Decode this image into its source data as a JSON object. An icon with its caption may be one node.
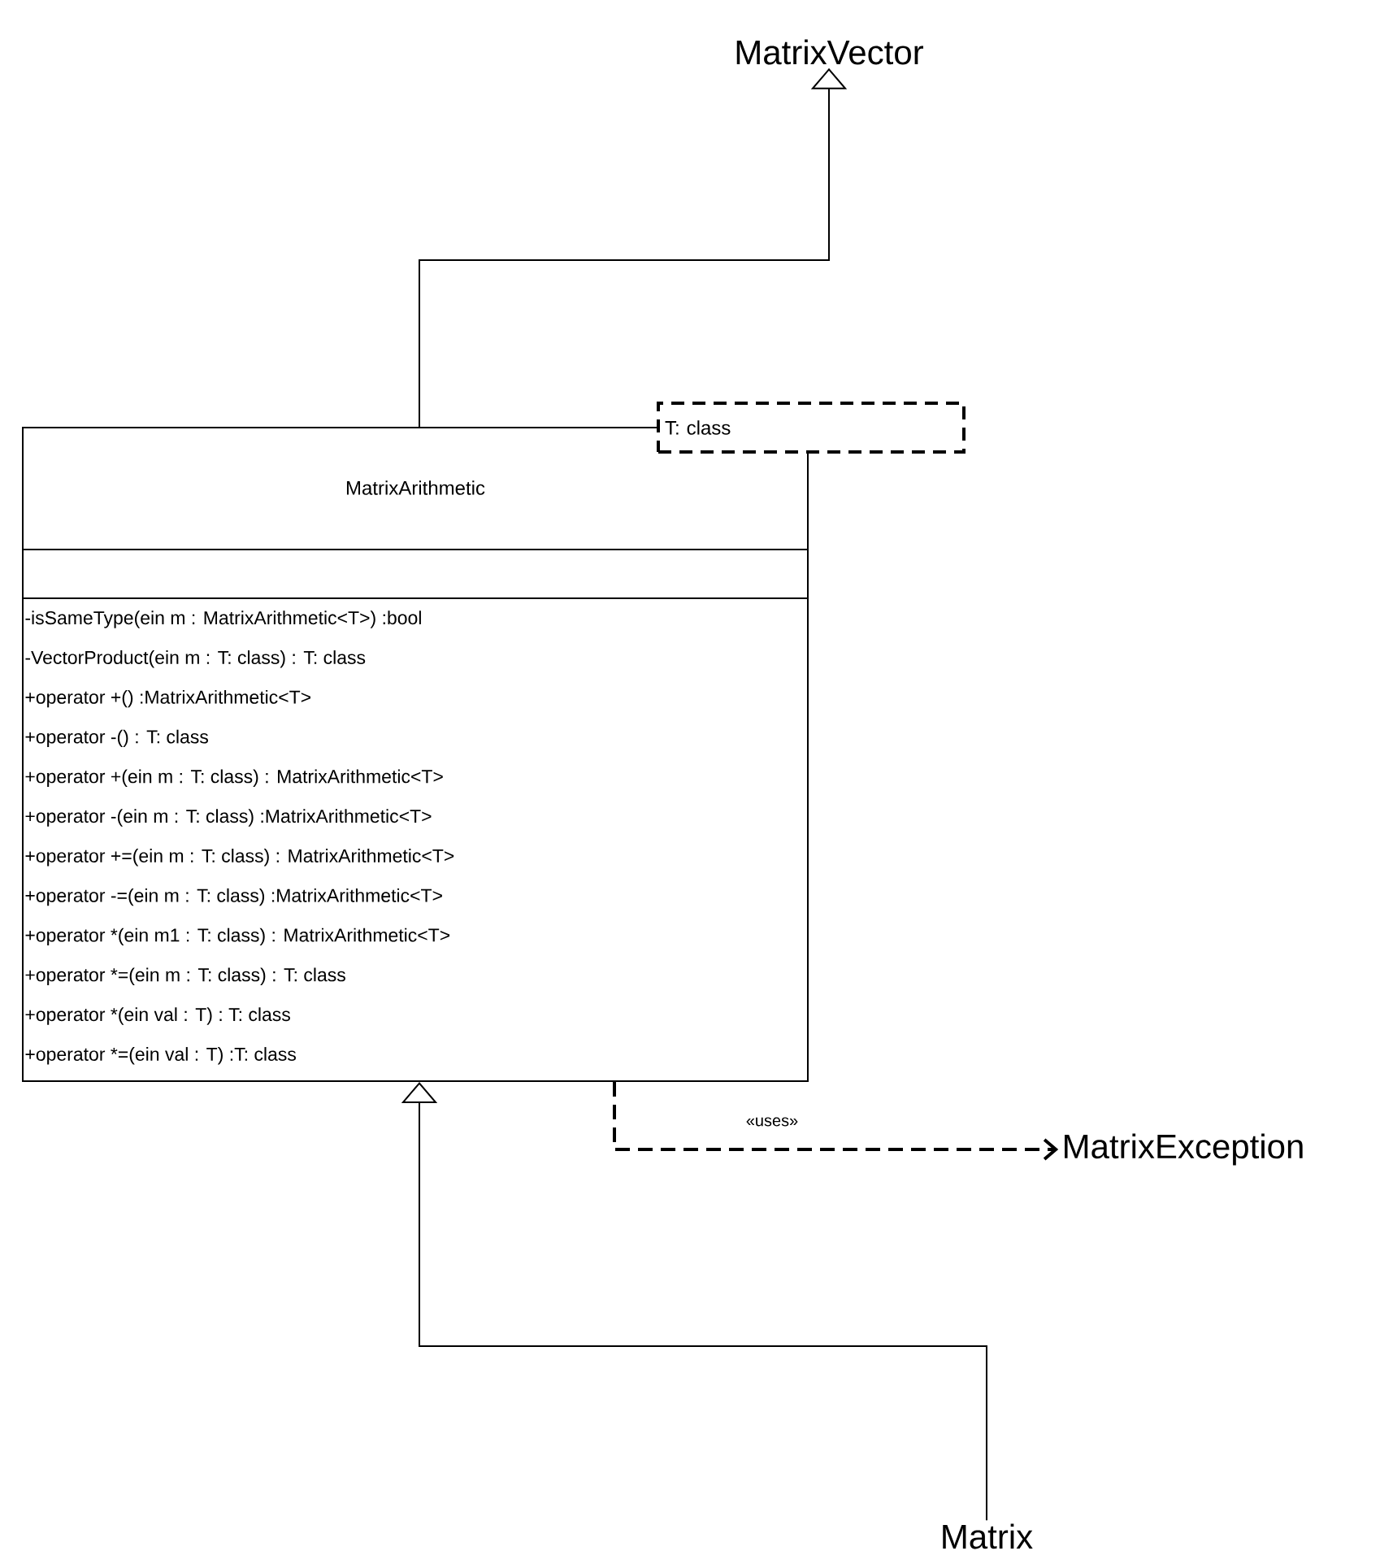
{
  "diagram": {
    "nodes": [
      {
        "text": [
          "MatrixVector"
        ]
      },
      {
        "text": [
          "MatrixArithmetic",
          "-isSameType(ein m : MatrixArithmetic<T>) :bool",
          "-VectorProduct(ein m : T: class) : T: class",
          "+operator +() :MatrixArithmetic<T>",
          "+operator -() : T: class",
          "+operator +(ein m : T: class) : MatrixArithmetic<T>",
          "+operator -(ein m : T: class) :MatrixArithmetic<T>",
          "+operator +=(ein m : T: class) : MatrixArithmetic<T>",
          "+operator -=(ein m : T: class) :MatrixArithmetic<T>",
          "+operator *(ein m1 : T: class) : MatrixArithmetic<T>",
          "+operator *=(ein m : T: class) : T: class",
          "+operator *(ein val : T) : T: class",
          "+operator *=(ein val : T) :T: class"
        ]
      },
      {
        "text": [
          "T: class"
        ]
      },
      {
        "text": [
          "MatrixException"
        ]
      },
      {
        "text": [
          "Matrix"
        ]
      }
    ],
    "edges": [
      {
        "from": 1,
        "to": 0,
        "arrow": "to"
      },
      {
        "from": 4,
        "to": 1,
        "arrow": "to"
      },
      {
        "from": 1,
        "to": 3,
        "arrow": "to",
        "label": "«uses»",
        "style": "dashed"
      }
    ]
  }
}
